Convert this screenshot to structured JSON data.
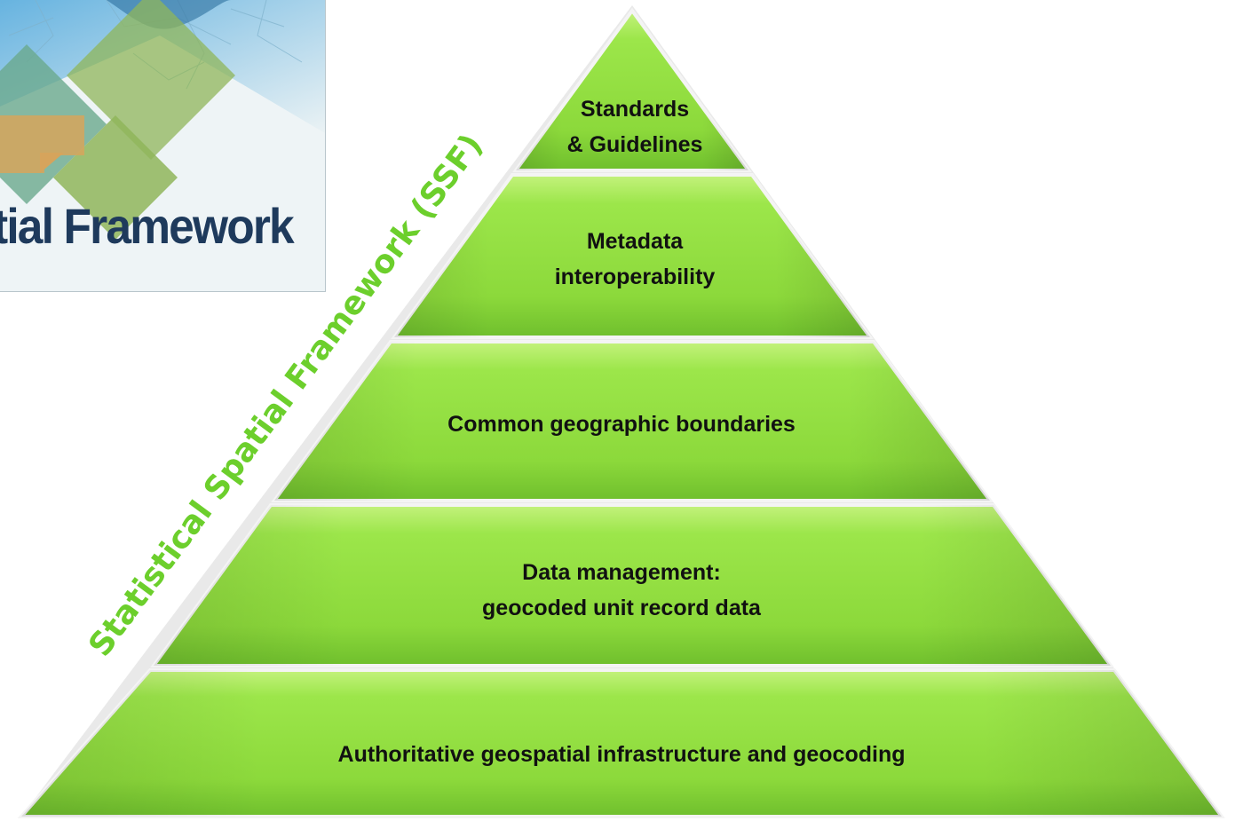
{
  "logo": {
    "text": "tial Framework",
    "colors": {
      "blue": "#5aa9d9",
      "green": "#8fb55a",
      "orange": "#d6a45c",
      "teal": "#6aa98d",
      "navy": "#1e3a5c"
    }
  },
  "framework_label": "Statistical Spatial Framework (SSF)",
  "tiers": [
    {
      "lines": [
        "Standards",
        "& Guidelines"
      ]
    },
    {
      "lines": [
        "Metadata",
        "interoperability"
      ]
    },
    {
      "lines": [
        "Common geographic boundaries"
      ]
    },
    {
      "lines": [
        "Data management:",
        "geocoded unit record data"
      ]
    },
    {
      "lines": [
        "Authoritative geospatial infrastructure and  geocoding"
      ]
    }
  ],
  "colors": {
    "tier_fill": "#93e042",
    "tier_highlight": "#c4f27d",
    "tier_shadow": "#69b52a",
    "edge": "#f4f4f4",
    "framework_label": "#6ccf2c"
  }
}
